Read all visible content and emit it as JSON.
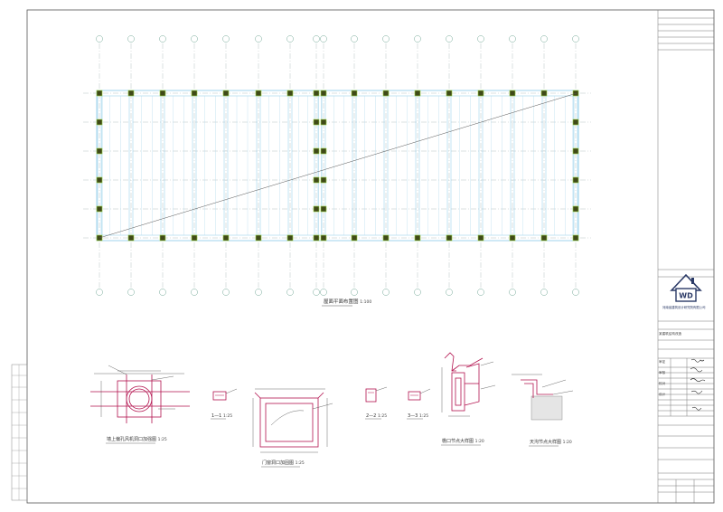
{
  "sheet": {
    "plan_title": "屋面平面布置图",
    "plan_scale": "1:100"
  },
  "details": [
    {
      "id": "d1",
      "title": "墙上偏孔风机洞口加强图",
      "scale": "1:25"
    },
    {
      "id": "d2",
      "title": "1—1",
      "scale": "1:25"
    },
    {
      "id": "d3",
      "title": "门窗洞口加固图",
      "scale": "1:25"
    },
    {
      "id": "d4",
      "title": "2—2",
      "scale": "1:25"
    },
    {
      "id": "d5",
      "title": "3—3",
      "scale": "1:25"
    },
    {
      "id": "d6",
      "title": "檐口节点大样图",
      "scale": "1:20"
    },
    {
      "id": "d7",
      "title": "天沟节点大样图",
      "scale": "1:20"
    }
  ],
  "title_block": {
    "company_line": "河南省建筑设计研究院有限公司",
    "project": "某建筑结构改造",
    "signatures": [
      "审定",
      "审核",
      "校对",
      "设计"
    ]
  },
  "colors": {
    "grid_line": "#88c9e8",
    "column_fill": "#3f4a18",
    "column_edge": "#9bd040",
    "detail_red": "#b3124e",
    "logo_blue": "#2b3a67"
  }
}
